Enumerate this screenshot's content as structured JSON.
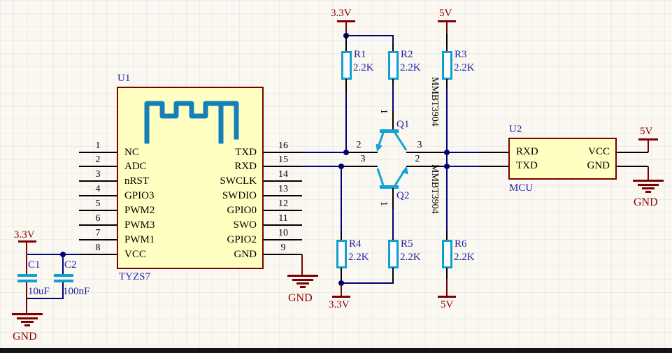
{
  "u1": {
    "ref": "U1",
    "part": "TYZS7",
    "left_pins": [
      {
        "n": "1",
        "name": "NC"
      },
      {
        "n": "2",
        "name": "ADC"
      },
      {
        "n": "3",
        "name": "nRST"
      },
      {
        "n": "4",
        "name": "GPIO3"
      },
      {
        "n": "5",
        "name": "PWM2"
      },
      {
        "n": "6",
        "name": "PWM3"
      },
      {
        "n": "7",
        "name": "PWM1"
      },
      {
        "n": "8",
        "name": "VCC"
      }
    ],
    "right_pins": [
      {
        "n": "16",
        "name": "TXD"
      },
      {
        "n": "15",
        "name": "RXD"
      },
      {
        "n": "14",
        "name": "SWCLK"
      },
      {
        "n": "13",
        "name": "SWDIO"
      },
      {
        "n": "12",
        "name": "GPIO0"
      },
      {
        "n": "11",
        "name": "SWO"
      },
      {
        "n": "10",
        "name": "GPIO2"
      },
      {
        "n": "9",
        "name": "GND"
      }
    ]
  },
  "u2": {
    "ref": "U2",
    "part": "MCU",
    "left_pins": [
      {
        "name": "RXD"
      },
      {
        "name": "TXD"
      }
    ],
    "right_pins": [
      {
        "name": "VCC"
      },
      {
        "name": "GND"
      }
    ]
  },
  "resistors": [
    {
      "ref": "R1",
      "value": "2.2K"
    },
    {
      "ref": "R2",
      "value": "2.2K"
    },
    {
      "ref": "R3",
      "value": "2.2K"
    },
    {
      "ref": "R4",
      "value": "2.2K"
    },
    {
      "ref": "R5",
      "value": "2.2K"
    },
    {
      "ref": "R6",
      "value": "2.2K"
    }
  ],
  "caps": {
    "c1": {
      "ref": "C1",
      "value": "10uF"
    },
    "c2": {
      "ref": "C2",
      "value": "100nF"
    }
  },
  "q1": {
    "ref": "Q1",
    "part": "MMBT3904",
    "base_pin": "1",
    "left_pin": "2",
    "right_pin": "3"
  },
  "q2": {
    "ref": "Q2",
    "part": "MMBT3904",
    "base_pin": "1",
    "left_pin": "3",
    "right_pin": "2"
  },
  "power": {
    "v33": "3.3V",
    "v5": "5V",
    "gnd": "GND"
  },
  "colors": {
    "wire": "#00007D",
    "power": "#7D0000",
    "designator": "#1F1FA8",
    "component_outline": "#129FD0",
    "chip_fill": "#FFFFC2",
    "antenna": "#1580B8"
  }
}
